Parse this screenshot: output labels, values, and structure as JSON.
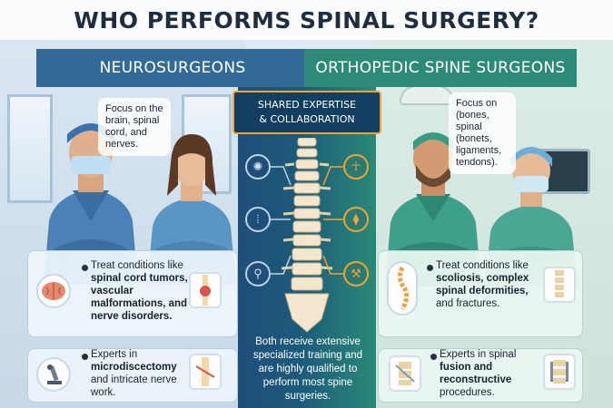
{
  "title": "WHO PERFORMS SPINAL SURGERY?",
  "left": {
    "header": "NEUROSURGEONS",
    "focus": [
      "Focus on the",
      "brain, spinal",
      "cord, and",
      "nerves."
    ],
    "card1": {
      "lines": [
        "Treat conditions like",
        "spinal cord tumors,",
        "vascular",
        "malformations, and",
        "nerve disorders."
      ]
    },
    "card2": {
      "lines": [
        "Experts in",
        "microdiscectomy",
        "and intricate nerve",
        "work."
      ]
    }
  },
  "center": {
    "banner": [
      "SHARED EXPERTISE",
      "& COLLABORATION"
    ],
    "text": [
      "Both receive extensive",
      "specialized training and",
      "are highly qualified to",
      "perform most spine",
      "surgeries."
    ]
  },
  "right": {
    "header": "ORTHOPEDIC SPINE SURGEONS",
    "focus": [
      "Focus on",
      "(bones,",
      "spinal",
      "(bonets,",
      "ligaments,",
      "tendons)."
    ],
    "card1": {
      "lines": [
        "Treat conditions like",
        "scoliosis, complex",
        "spinal deformities,",
        "and fractures."
      ]
    },
    "card2": {
      "lines": [
        "Experts in spinal",
        "fusion and",
        "reconstructive",
        "procedures."
      ]
    }
  },
  "colors": {
    "neuro_header": "#336b96",
    "ortho_header": "#2e8a78",
    "accent_orange": "#f2a236",
    "center_dark": "#123f5f"
  },
  "icons": [
    "brain-icon",
    "spine-icon",
    "microscope-icon",
    "skeleton-icon",
    "vertebra-icon",
    "surgeon-tools-icon"
  ]
}
